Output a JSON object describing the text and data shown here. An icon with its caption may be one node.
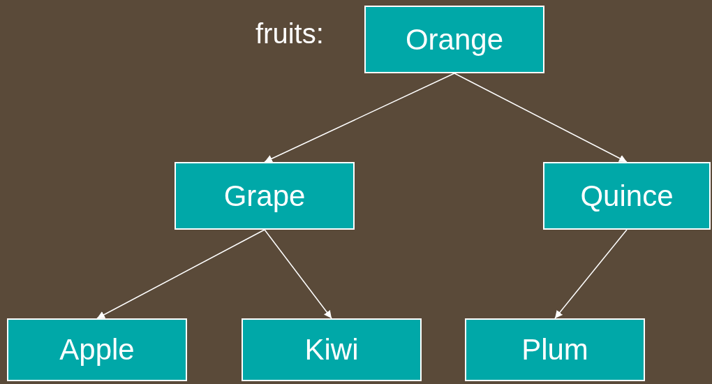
{
  "diagram": {
    "nodes": [
      {
        "text": [
          "Orange"
        ]
      },
      {
        "text": [
          "Grape"
        ]
      },
      {
        "text": [
          "Quince"
        ]
      },
      {
        "text": [
          "Apple"
        ]
      },
      {
        "text": [
          "Kiwi"
        ]
      },
      {
        "text": [
          "Plum"
        ]
      }
    ],
    "edges": [
      {
        "from": 0,
        "to": 1,
        "arrow": "to"
      },
      {
        "from": 0,
        "to": 2,
        "arrow": "to"
      },
      {
        "from": 1,
        "to": 3,
        "arrow": "to"
      },
      {
        "from": 1,
        "to": 4,
        "arrow": "to"
      },
      {
        "from": 2,
        "to": 5,
        "arrow": "to"
      }
    ],
    "labels": [
      "fruits:"
    ]
  }
}
